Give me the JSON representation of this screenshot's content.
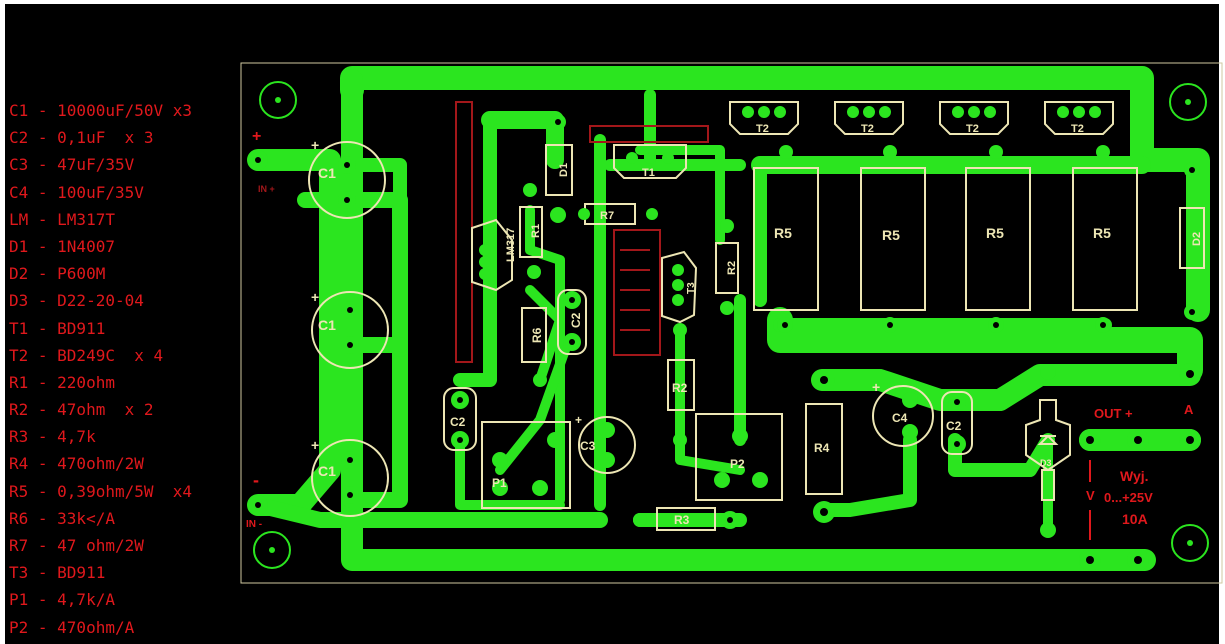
{
  "parts_list": [
    {
      "text": "C1 - 10000uF/50V x3"
    },
    {
      "text": "C2 - 0,1uF  x 3"
    },
    {
      "text": "C3 - 47uF/35V"
    },
    {
      "text": "C4 - 100uF/35V"
    },
    {
      "text": "LM - LM317T"
    },
    {
      "text": "D1 - 1N4007"
    },
    {
      "text": "D2 - P600M"
    },
    {
      "text": "D3 - D22-20-04"
    },
    {
      "text": "T1 - BD911"
    },
    {
      "text": "T2 - BD249C  x 4"
    },
    {
      "text": "R1 - 220ohm"
    },
    {
      "text": "R2 - 47ohm  x 2"
    },
    {
      "text": "R3 - 4,7k"
    },
    {
      "text": "R4 - 470ohm/2W"
    },
    {
      "text": "R5 - 0,39ohm/5W  x4"
    },
    {
      "text": "R6 - 33k</A"
    },
    {
      "text": "R7 - 47 ohm/2W"
    },
    {
      "text": "T3 - BD911"
    },
    {
      "text": "P1 - 4,7k/A"
    },
    {
      "text": "P2 - 470ohm/A"
    }
  ],
  "board": {
    "in_plus": "+",
    "in_plus_label": "IN +",
    "in_minus": "-",
    "in_minus_label": "IN -",
    "c1": "C1",
    "c2": "C2",
    "c3": "C3",
    "c4": "C4",
    "lm": "LM317",
    "d1": "D1",
    "d2": "D2",
    "d3": "D3",
    "t1": "T1",
    "t2": "T2",
    "t3": "T3",
    "r1": "R1",
    "r2": "R2",
    "r3": "R3",
    "r4": "R4",
    "r5": "R5",
    "r6": "R6",
    "r7": "R7",
    "p1": "P1",
    "p2": "P2",
    "out_label": "OUT +",
    "a_label": "A",
    "v_label": "V",
    "wyj": "Wyj.",
    "range": "0...+25V",
    "current": "10A"
  },
  "colors": {
    "copper": "#2be51f",
    "silk": "#ede6b4",
    "text_red": "#e0181c",
    "board_bg": "#000000"
  }
}
